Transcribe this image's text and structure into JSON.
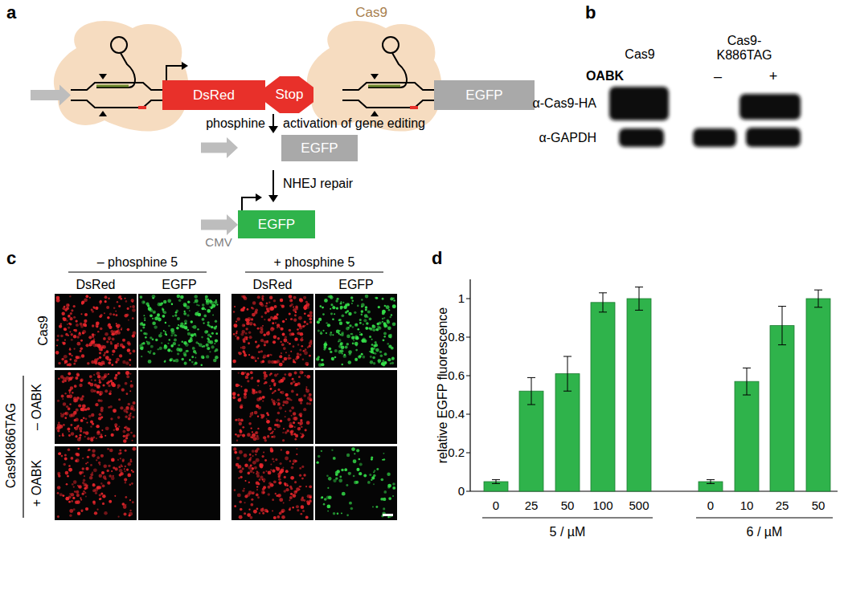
{
  "diagram": {
    "nodes": [
      {
        "text": [
          "DsRed"
        ]
      },
      {
        "text": [
          "Stop"
        ]
      },
      {
        "text": [
          "EGFP"
        ]
      },
      {
        "text": [
          "EGFP"
        ]
      },
      {
        "text": [
          "EGFP"
        ]
      }
    ],
    "labels": [
      "a",
      "Cas9",
      "phosphine",
      "activation of gene editing",
      "NHEJ repair",
      "CMV",
      "b",
      "Cas9",
      "Cas9- K886TAG",
      "OABK",
      "–",
      "+",
      "α-Cas9-HA",
      "α-GAPDH",
      "c",
      "– phosphine 5",
      "+ phosphine 5",
      "DsRed",
      "EGFP",
      "DsRed",
      "EGFP",
      "Cas9",
      "Cas9K866TAG",
      "– OABK",
      "+ OABK",
      "d",
      "relative EGFP fluorescence",
      "0",
      "0.2",
      "0.4",
      "0.6",
      "0.8",
      "1",
      "0",
      "25",
      "50",
      "100",
      "500",
      "0",
      "10",
      "25",
      "50",
      "5 / µM",
      "6 / µM"
    ]
  }
}
